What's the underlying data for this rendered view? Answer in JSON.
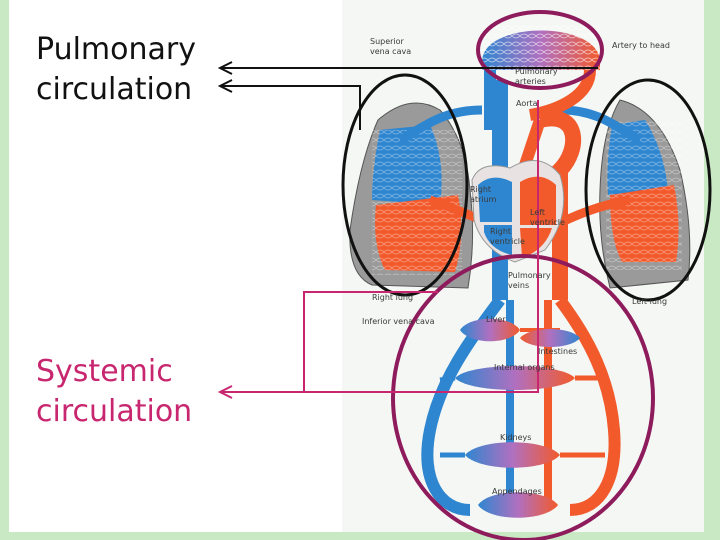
{
  "captions": {
    "pulmonary": [
      "Pulmonary",
      "circulation"
    ],
    "systemic": [
      "Systemic",
      "circulation"
    ]
  },
  "labels": {
    "superior_vena_cava": [
      "Superior",
      "vena cava"
    ],
    "artery_to_head": "Artery to head",
    "pulmonary_arteries": [
      "Pulmonary",
      "arteries"
    ],
    "aorta": "Aorta",
    "right_atrium": [
      "Right",
      "atrium"
    ],
    "left_ventricle": [
      "Left",
      "ventricle"
    ],
    "right_ventricle": [
      "Right",
      "ventricle"
    ],
    "pulmonary_veins": [
      "Pulmonary",
      "veins"
    ],
    "right_lung": "Right lung",
    "left_lung": "Left lung",
    "inferior_vena_cava": "Inferior vena cava",
    "liver": "Liver",
    "intestines": "Intestines",
    "internal_organs": "Internal organs",
    "kidneys": "Kidneys",
    "appendages": "Appendages"
  },
  "colors": {
    "caption_pulmonary": "#111111",
    "caption_systemic": "#c8266f",
    "pulmonary_arrow": "#111111",
    "systemic_arrow": "#c8266f",
    "pulmonary_ring": "#8e1b5c",
    "systemic_ring": "#8e1b5c",
    "lung_ring": "#111111",
    "oxygenated": "#f25a2c",
    "deoxygenated": "#2f86d0",
    "frame": "#c9e8c4"
  },
  "icons": [
    "arrow-left-icon"
  ]
}
